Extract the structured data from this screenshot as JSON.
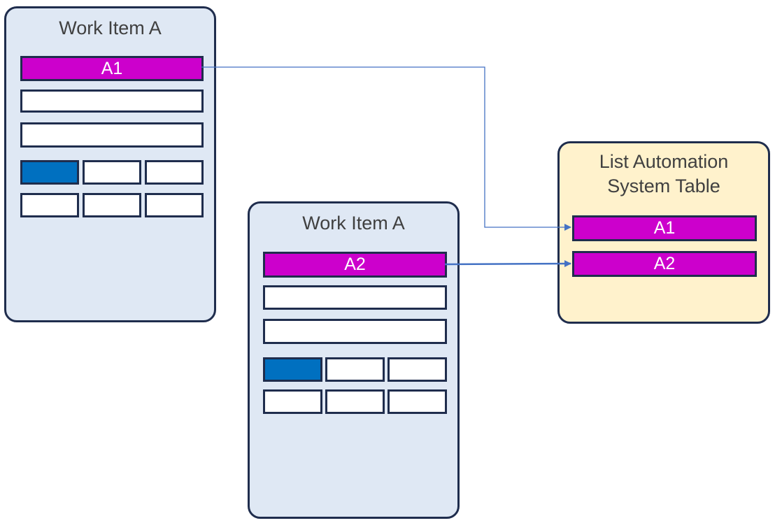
{
  "work_item_1": {
    "title": "Work Item A",
    "label": "A1"
  },
  "work_item_2": {
    "title": "Work Item A",
    "label": "A2"
  },
  "system_table": {
    "title_line1": "List Automation",
    "title_line2": "System Table",
    "rows": [
      "A1",
      "A2"
    ]
  },
  "colors": {
    "card_fill": "#dfe8f4",
    "table_fill": "#fff2cc",
    "label_fill": "#cc00cc",
    "selected_cell": "#0070c0",
    "border": "#1f2d4d",
    "connector": "#4472c4"
  }
}
